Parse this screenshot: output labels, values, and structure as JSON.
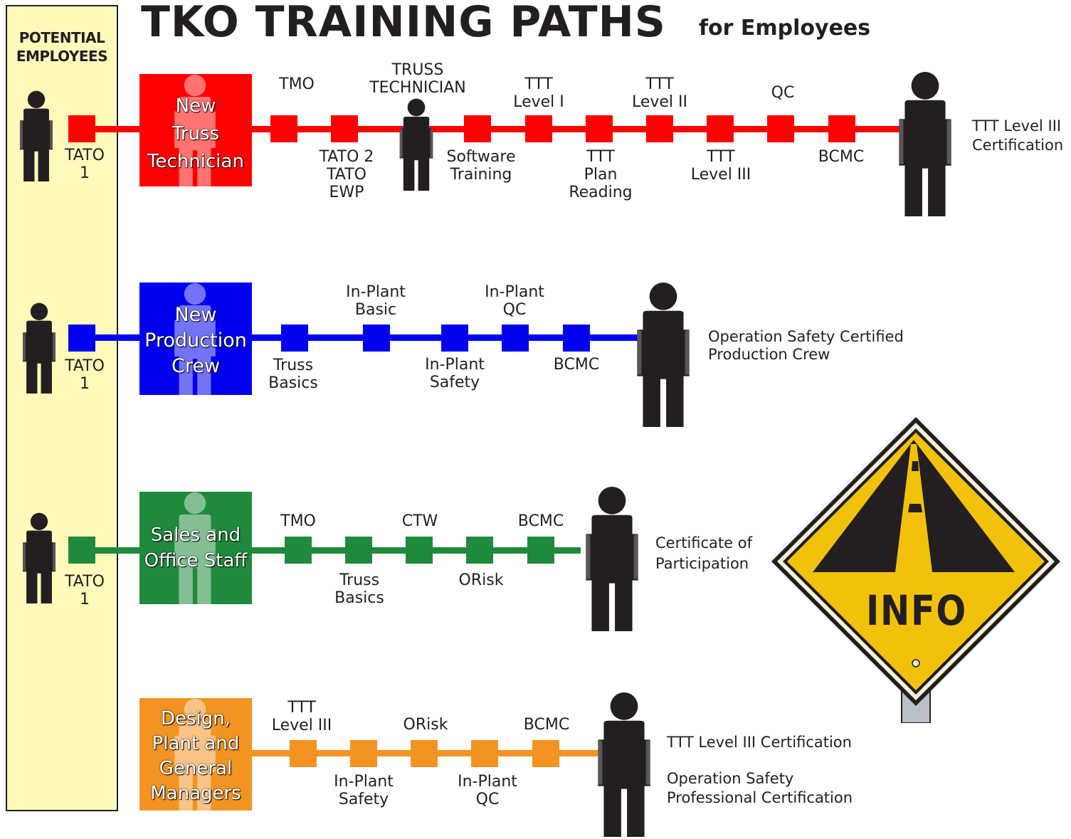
{
  "header": {
    "title": "TKO TRAINING PATHS",
    "subtitle": "for Employees"
  },
  "left_column": {
    "heading_line1": "POTENTIAL",
    "heading_line2": "EMPLOYEES"
  },
  "common": {
    "tato_line1": "TATO",
    "tato_line2": "1"
  },
  "colors": {
    "left_column": "#fffaba",
    "red": "#ff0000",
    "blue": "#0000f0",
    "green": "#1f8a3c",
    "orange": "#f39321",
    "figure": "#231f20",
    "sign": "#f2c10b"
  },
  "paths": [
    {
      "box_lines": [
        "New",
        "Truss",
        "Technician"
      ],
      "upper": [
        [
          "TMO"
        ],
        [
          "TRUSS",
          "TECHNICIAN"
        ],
        [
          "TTT",
          "Level I"
        ],
        [
          "TTT",
          "Level II"
        ],
        [
          "QC"
        ]
      ],
      "lower": [
        [
          "TATO 2",
          "TATO",
          "EWP"
        ],
        [
          "Software",
          "Training"
        ],
        [
          "TTT",
          "Plan",
          "Reading"
        ],
        [
          "TTT",
          "Level III"
        ],
        [
          "BCMC"
        ]
      ],
      "result": [
        "TTT Level III",
        "Certification"
      ]
    },
    {
      "box_lines": [
        "New",
        "Production",
        "Crew"
      ],
      "upper": [
        [
          "In-Plant",
          "Basic"
        ],
        [
          "In-Plant",
          "QC"
        ]
      ],
      "lower": [
        [
          "Truss",
          "Basics"
        ],
        [
          "In-Plant",
          "Safety"
        ],
        [
          "BCMC"
        ]
      ],
      "result": [
        "Operation Safety Certified",
        "Production Crew"
      ]
    },
    {
      "box_lines": [
        "Sales and",
        "Office Staff"
      ],
      "upper": [
        [
          "TMO"
        ],
        [
          "CTW"
        ],
        [
          "BCMC"
        ]
      ],
      "lower": [
        [
          "Truss",
          "Basics"
        ],
        [
          "ORisk"
        ]
      ],
      "result": [
        "Certificate of",
        "Participation"
      ]
    },
    {
      "box_lines": [
        "Design,",
        "Plant and",
        "General",
        "Managers"
      ],
      "upper": [
        [
          "TTT",
          "Level III"
        ],
        [
          "ORisk"
        ],
        [
          "BCMC"
        ]
      ],
      "lower": [
        [
          "In-Plant",
          "Safety"
        ],
        [
          "In-Plant",
          "QC"
        ]
      ],
      "result": [
        "TTT Level III Certification",
        "Operation Safety",
        "Professional Certification"
      ]
    }
  ],
  "sign": {
    "text": "INFO",
    "icon": "road-icon"
  }
}
